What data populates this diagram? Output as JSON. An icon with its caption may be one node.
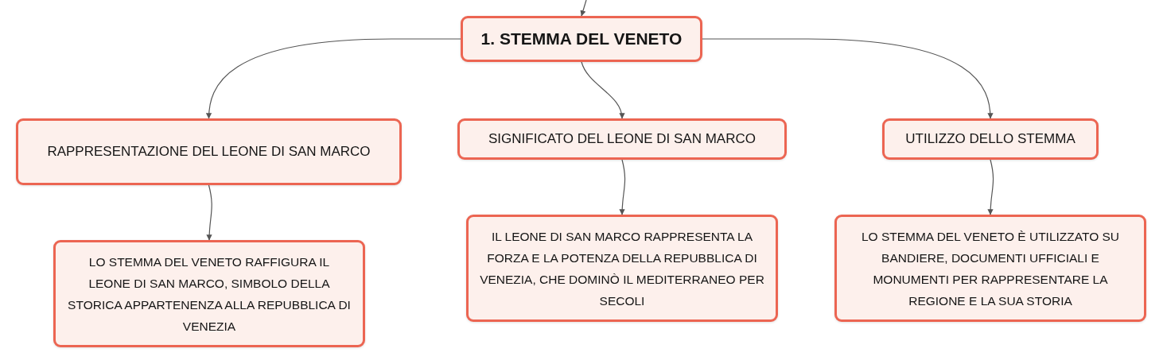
{
  "diagram": {
    "nodes": [
      {
        "text": [
          "1. STEMMA DEL VENETO"
        ]
      },
      {
        "text": [
          "RAPPRESENTAZIONE DEL LEONE DI SAN MARCO"
        ]
      },
      {
        "text": [
          "SIGNIFICATO DEL LEONE DI SAN MARCO"
        ]
      },
      {
        "text": [
          "UTILIZZO DELLO STEMMA"
        ]
      },
      {
        "text": [
          "LO STEMMA DEL VENETO RAFFIGURA IL LEONE DI SAN MARCO, SIMBOLO DELLA STORICA APPARTENENZA ALLA REPUBBLICA DI VENEZIA"
        ]
      },
      {
        "text": [
          "IL LEONE DI SAN MARCO RAPPRESENTA LA FORZA E LA POTENZA DELLA REPUBBLICA DI VENEZIA, CHE DOMINÒ IL MEDITERRANEO PER SECOLI"
        ]
      },
      {
        "text": [
          "LO STEMMA DEL VENETO È UTILIZZATO SU BANDIERE, DOCUMENTI UFFICIALI E MONUMENTI PER RAPPRESENTARE LA REGIONE E LA SUA STORIA"
        ]
      }
    ],
    "edges": [
      {
        "from": null,
        "to": 0,
        "arrow": "to"
      },
      {
        "from": 0,
        "to": 1,
        "arrow": "to"
      },
      {
        "from": 0,
        "to": 2,
        "arrow": "to"
      },
      {
        "from": 0,
        "to": 3,
        "arrow": "to"
      },
      {
        "from": 1,
        "to": 4,
        "arrow": "to"
      },
      {
        "from": 2,
        "to": 5,
        "arrow": "to"
      },
      {
        "from": 3,
        "to": 6,
        "arrow": "to"
      }
    ]
  }
}
